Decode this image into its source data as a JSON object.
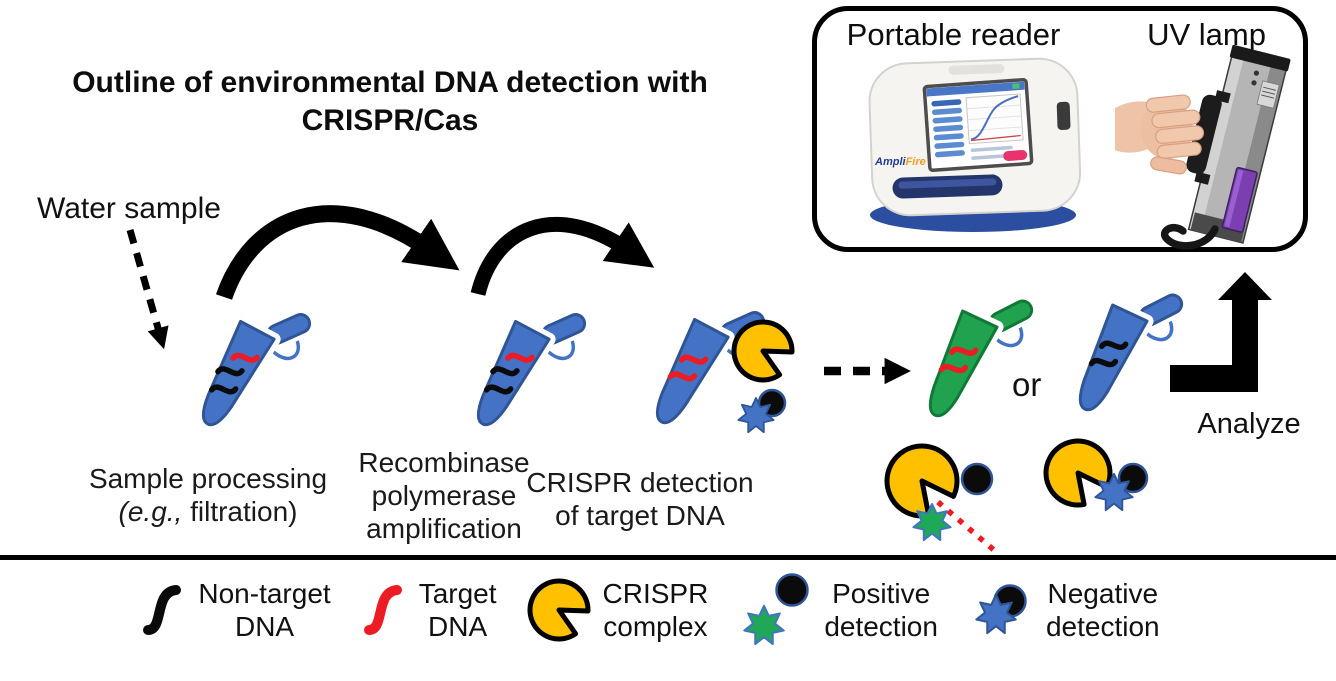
{
  "title": {
    "line1": "Outline of environmental DNA detection with",
    "line2": "CRISPR/Cas"
  },
  "device_box": {
    "portable_reader_label": "Portable reader",
    "uv_lamp_label": "UV lamp",
    "reader_brand_part1": "Ampli",
    "reader_brand_part2": "Fire"
  },
  "flow": {
    "water_sample_label": "Water sample",
    "step1_line1": "Sample processing",
    "step1_line2_italic": "(e.g.,",
    "step1_line2_rest": " filtration)",
    "step2_line1": "Recombinase",
    "step2_line2": "polymerase",
    "step2_line3": "amplification",
    "step3_line1": "CRISPR detection",
    "step3_line2": "of target DNA",
    "or_label": "or",
    "analyze_label": "Analyze"
  },
  "legend": {
    "items": [
      {
        "icon": "non-target-dna",
        "line1": "Non-target",
        "line2": "DNA"
      },
      {
        "icon": "target-dna",
        "line1": "Target",
        "line2": "DNA"
      },
      {
        "icon": "crispr-complex",
        "line1": "CRISPR",
        "line2": "complex"
      },
      {
        "icon": "positive-detection",
        "line1": "Positive",
        "line2": "detection"
      },
      {
        "icon": "negative-detection",
        "line1": "Negative",
        "line2": "detection"
      }
    ]
  },
  "colors": {
    "tube_blue": "#4472C4",
    "tube_blue_dark": "#2F5597",
    "tube_green": "#21A24F",
    "tube_green_dark": "#0F7A35",
    "pacman_yellow": "#FFC000",
    "dna_red": "#ED1C24",
    "star_green": "#1FA855",
    "reporter_black": "#0B0B0B"
  }
}
